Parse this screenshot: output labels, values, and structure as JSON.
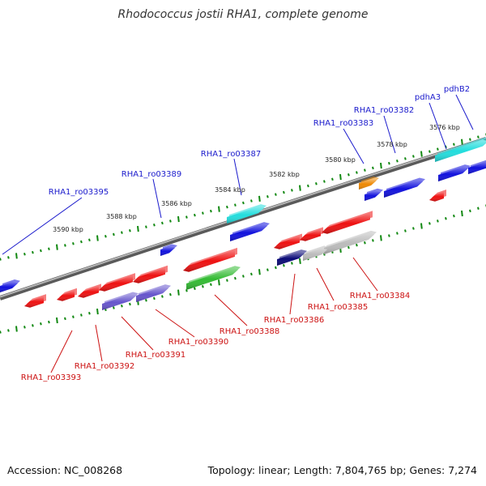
{
  "title": "Rhodococcus jostii RHA1, complete genome",
  "footer": {
    "accession": "Accession: NC_008268",
    "summary": "Topology: linear; Length: 7,804,765 bp; Genes: 7,274"
  },
  "colors": {
    "backbone": "#7a7a7a",
    "ruler": "#118811",
    "red": "#ee1111",
    "blue": "#1111dd",
    "cyan": "#22dddd",
    "orange": "#ee8800",
    "purple": "#6655cc",
    "navy": "#0a0a77",
    "gray": "#bbbbbb",
    "green": "#33bb33",
    "label_blue": "#1a1acc",
    "label_red": "#cc1111"
  },
  "kbp_labels": [
    "3576 kbp",
    "3578 kbp",
    "3580 kbp",
    "3582 kbp",
    "3584 kbp",
    "3586 kbp",
    "3588 kbp",
    "3590 kbp"
  ],
  "gene_labels_top": [
    "pdhB2",
    "pdhA3",
    "RHA1_ro03382",
    "RHA1_ro03383",
    "RHA1_ro03387",
    "RHA1_ro03389",
    "RHA1_ro03395"
  ],
  "gene_labels_bottom": [
    "RHA1_ro03384",
    "RHA1_ro03385",
    "RHA1_ro03386",
    "RHA1_ro03388",
    "RHA1_ro03390",
    "RHA1_ro03391",
    "RHA1_ro03392",
    "RHA1_ro03393"
  ]
}
